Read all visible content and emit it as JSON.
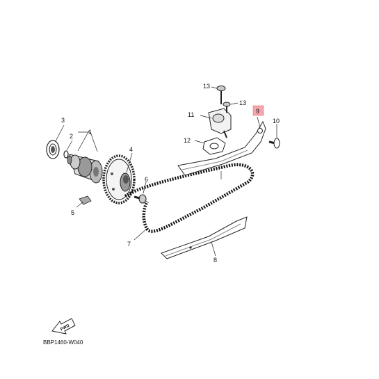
{
  "diagram": {
    "code": "BBP1460-W040",
    "fwd_label": "FWD",
    "highlight_color": "#f4a6ae",
    "callouts": {
      "p1": "1",
      "p2": "2",
      "p3": "3",
      "p4": "4",
      "p5": "5",
      "p6": "6",
      "p7": "7",
      "p8": "8",
      "p9": "9",
      "p10": "10",
      "p11": "11",
      "p12": "12",
      "p13a": "13",
      "p13b": "13"
    },
    "highlighted_part": "9"
  }
}
